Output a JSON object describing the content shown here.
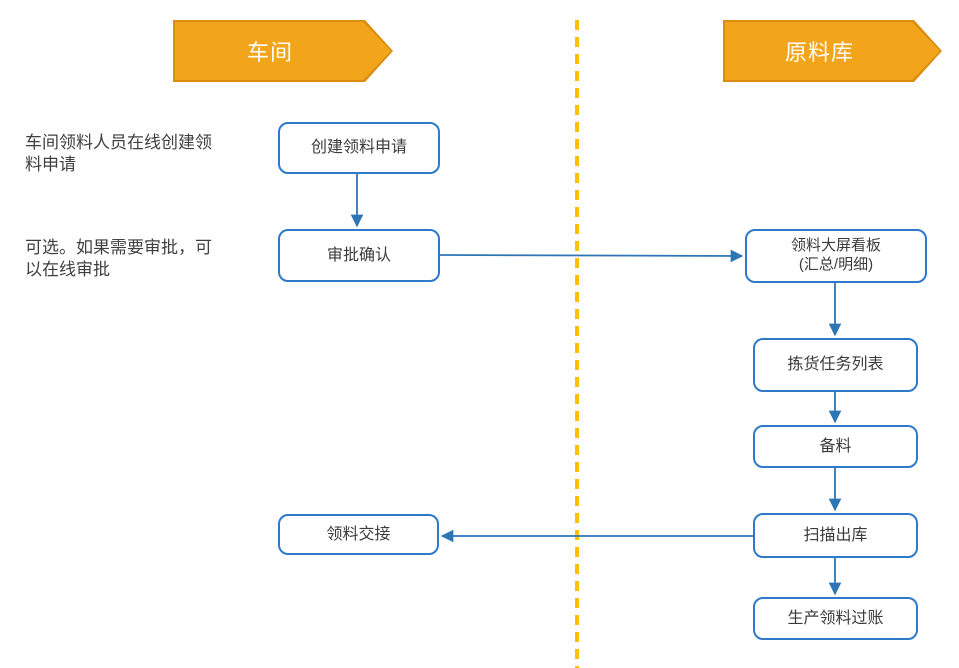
{
  "colors": {
    "banner_orange": "#f2a41b",
    "banner_orange_border": "#d98e12",
    "lane_divider_yellow": "#ffc000",
    "flow_blue": "#2e75b6",
    "node_border_blue": "#2e79c9",
    "text_dark": "#404040"
  },
  "banners": [
    {
      "id": "workshop",
      "label": "车间"
    },
    {
      "id": "raw-material-warehouse",
      "label": "原料库"
    }
  ],
  "annotations": [
    {
      "lines": [
        "车间领料人员在线创建领",
        "料申请"
      ]
    },
    {
      "lines": [
        "可选。如果需要审批，可",
        "以在线审批"
      ]
    }
  ],
  "nodes": [
    {
      "id": "create-request",
      "label": "创建领料申请"
    },
    {
      "id": "approval-confirm",
      "label": "审批确认"
    },
    {
      "id": "material-handover",
      "label": "领料交接"
    },
    {
      "id": "dashboard",
      "lines": [
        "领料大屏看板",
        "(汇总/明细)"
      ]
    },
    {
      "id": "picking-task-list",
      "label": "拣货任务列表"
    },
    {
      "id": "material-prepare",
      "label": "备料"
    },
    {
      "id": "scan-outbound",
      "label": "扫描出库"
    },
    {
      "id": "production-posting",
      "label": "生产领料过账"
    }
  ]
}
